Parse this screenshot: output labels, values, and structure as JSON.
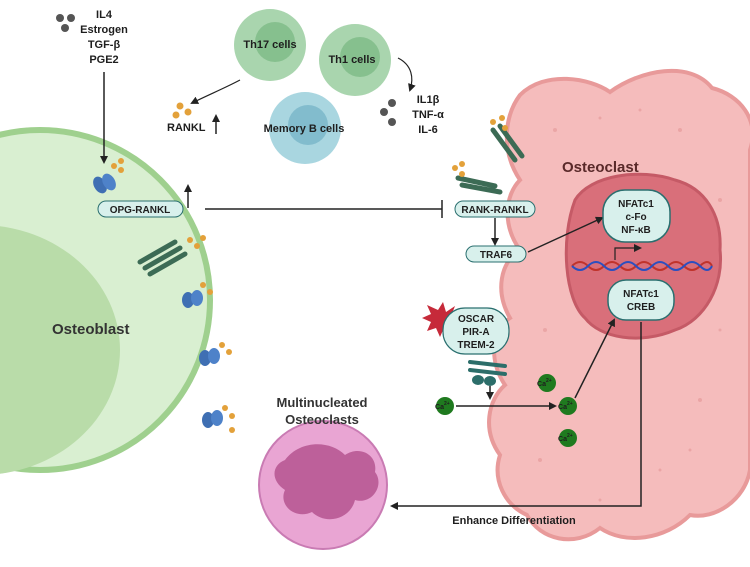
{
  "factors": {
    "left": [
      "IL4",
      "Estrogen",
      "TGF-β",
      "PGE2"
    ],
    "right": [
      "IL1β",
      "TNF-α",
      "IL-6"
    ]
  },
  "cells": {
    "th17": "Th17 cells",
    "th1": "Th1 cells",
    "memory_b": "Memory B cells",
    "osteoblast": "Osteoblast",
    "osteoclast": "Osteoclast",
    "multinucleated": [
      "Multinucleated",
      "Osteoclasts"
    ]
  },
  "labels": {
    "rankl": "RANKL",
    "opg_rankl": "OPG-RANKL",
    "rank_rankl": "RANK-RANKL",
    "traf6": "TRAF6",
    "receptors": [
      "OSCAR",
      "PIR-A",
      "TREM-2"
    ],
    "tf_top": [
      "NFATc1",
      "c-Fo",
      "NF-κB"
    ],
    "tf_bottom": [
      "NFATc1",
      "CREB"
    ],
    "calcium": "Ca",
    "calcium_charge": "2+",
    "enhance": "Enhance Differentiation"
  },
  "colors": {
    "osteoblast_fill": "#d9efd1",
    "osteoclast_fill": "#f5bcbc",
    "nucleus_fill": "#d96f7a",
    "label_box": "#d8f0ec",
    "calcium": "#1f7a1f",
    "multinucleated": "#e9a5d3"
  }
}
